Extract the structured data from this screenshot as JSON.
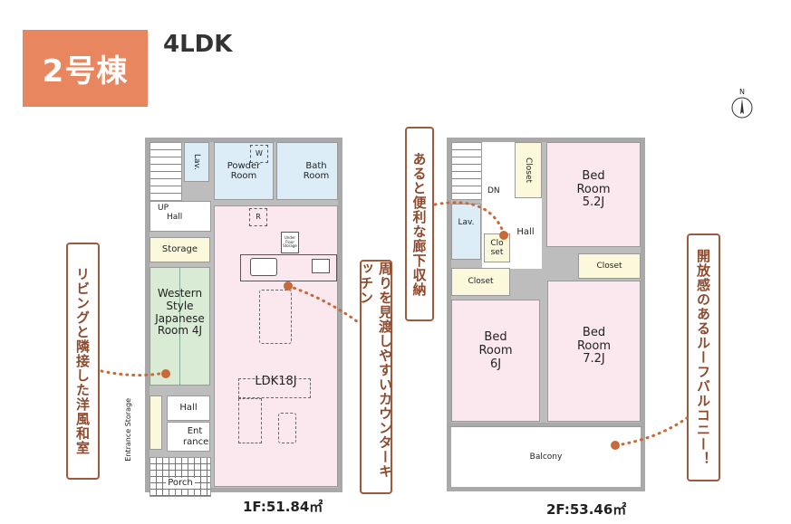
{
  "header": {
    "building": "2号棟",
    "plan_type": "4LDK"
  },
  "compass": {
    "label": "N"
  },
  "floor1": {
    "area_label": "1F:51.84㎡",
    "rooms": {
      "lav": "Lav.",
      "powder": "Powder Room",
      "bath": "Bath Room",
      "up": "UP",
      "hall_top": "Hall",
      "storage": "Storage",
      "japanese": "Western Style Japanese Room 4J",
      "ldk": "LDK18J",
      "hall_lower": "Hall",
      "entrance": "Ent rance",
      "entrance_storage": "Entrance Storage",
      "porch": "Porch",
      "underfloor": "Under Floor Storage",
      "fridge": "R",
      "washer": "W"
    }
  },
  "floor2": {
    "area_label": "2F:53.46㎡",
    "rooms": {
      "dn": "DN",
      "closet_top": "Closet",
      "bed52": "Bed Room 5.2J",
      "lav": "Lav.",
      "closet_small": "Clo set",
      "hall": "Hall",
      "closet_left": "Closet",
      "closet_right": "Closet",
      "bed6": "Bed Room 6J",
      "bed72": "Bed Room 7.2J",
      "balcony": "Balcony"
    }
  },
  "callouts": {
    "japanese_room": "リビングと隣接した洋風和室",
    "kitchen": "周りを見渡しやすいカウンターキッチン",
    "hall_storage": "あると便利な廊下収納",
    "balcony": "開放感のあるルーフバルコニー！"
  },
  "colors": {
    "accent": "#e8875f",
    "callout": "#9d5a3c"
  }
}
